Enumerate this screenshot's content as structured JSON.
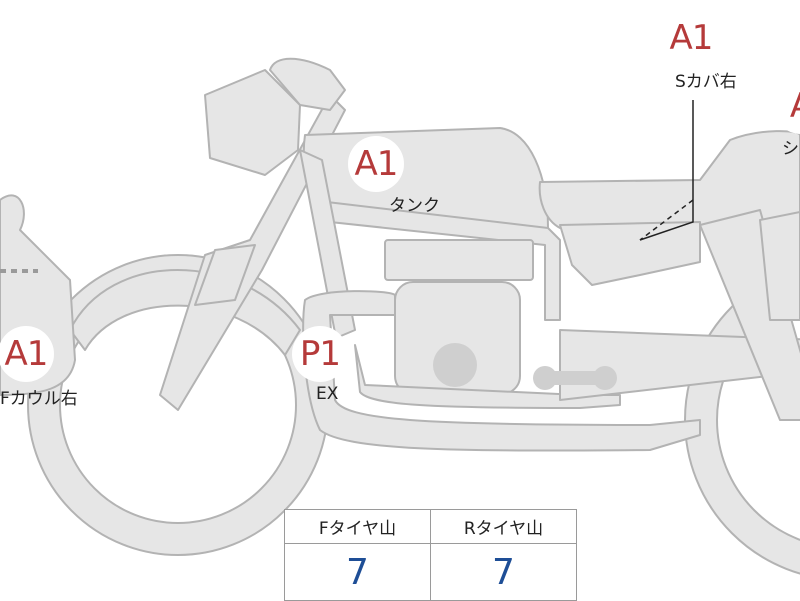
{
  "markers": [
    {
      "id": "tank",
      "grade": "A1",
      "label": "タンク"
    },
    {
      "id": "side-cover-right",
      "grade": "A1",
      "label": "Sカバ右"
    },
    {
      "id": "seat",
      "grade": "A",
      "label": "シ"
    },
    {
      "id": "front-cowl-right",
      "grade": "A1",
      "label": "Fカウル右"
    },
    {
      "id": "exhaust",
      "grade": "P1",
      "label": "EX"
    }
  ],
  "tire_table": {
    "headers": [
      "Fタイヤ山",
      "Rタイヤ山"
    ],
    "values": [
      "7",
      "7"
    ]
  },
  "colors": {
    "body_fill": "#e6e6e6",
    "outline": "#b3b3b3",
    "grade_text": "#b53a3a",
    "tire_value_text": "#1e4e96"
  }
}
